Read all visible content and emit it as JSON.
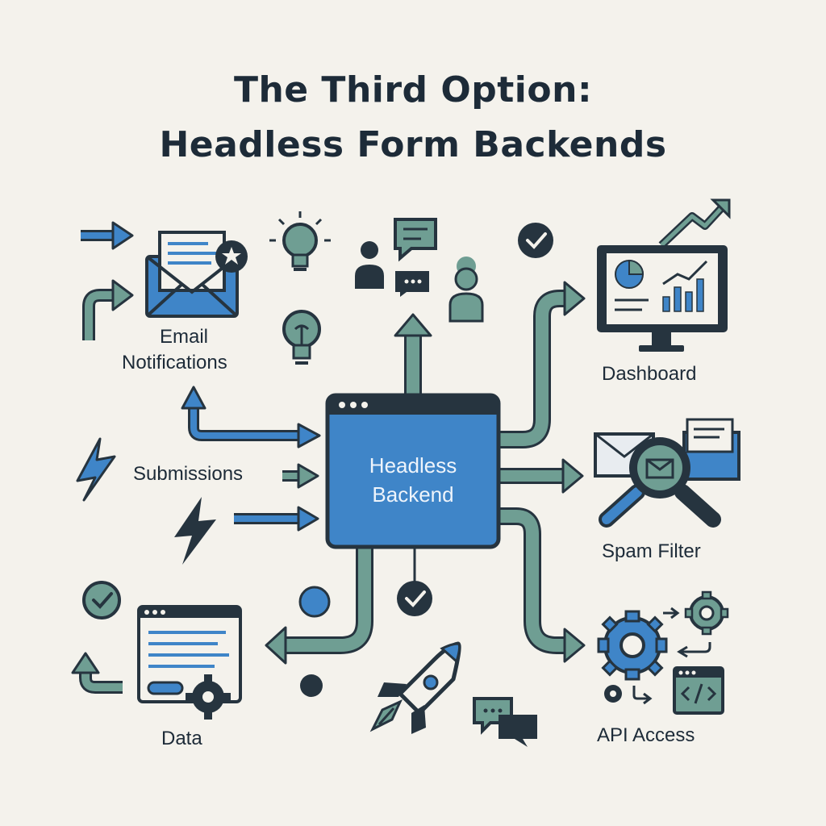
{
  "title": {
    "line1": "The Third Option:",
    "line2": "Headless Form Backends"
  },
  "center": {
    "line1": "Headless",
    "line2": "Backend"
  },
  "nodes": {
    "email_line1": "Email",
    "email_line2": "Notifications",
    "submissions": "Submissions",
    "data": "Data",
    "dashboard": "Dashboard",
    "spam_filter": "Spam Filter",
    "api_access": "API Access"
  },
  "icons": {
    "email": "envelope-star-icon",
    "idea": "lightbulb-icon",
    "chat": "chat-users-icon",
    "check": "check-circle-icon",
    "dashboard": "monitor-chart-icon",
    "spam": "magnifier-envelope-icon",
    "api": "gears-code-icon",
    "data": "form-window-gear-icon",
    "rocket": "rocket-icon",
    "lightning": "lightning-icon"
  },
  "colors": {
    "background": "#f4f2ec",
    "dark": "#26343f",
    "blue": "#3f85c8",
    "green": "#6f9e93",
    "text": "#1d2b38"
  }
}
